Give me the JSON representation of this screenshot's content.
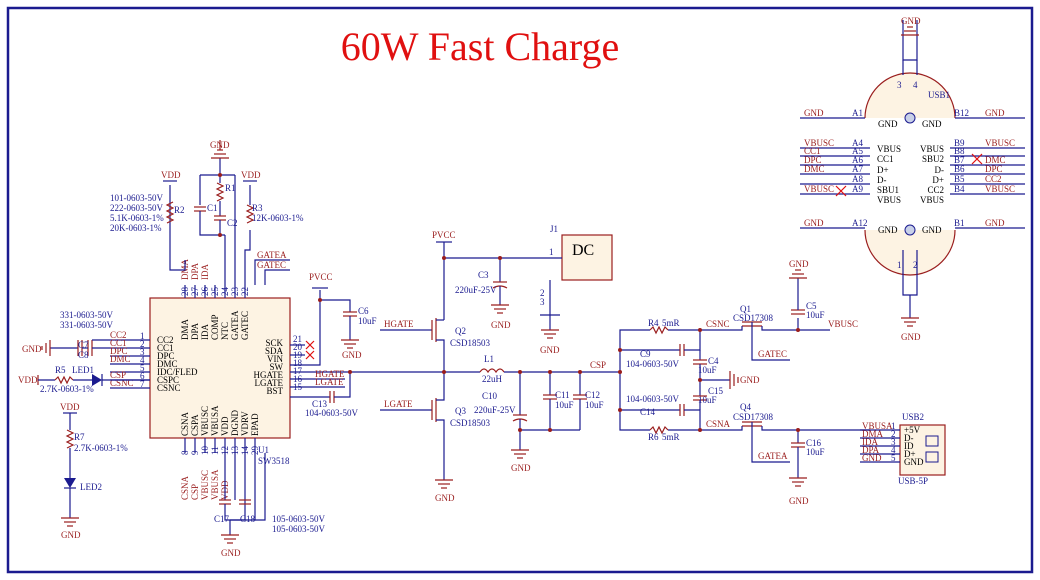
{
  "title": "60W Fast Charge",
  "colors": {
    "wire": "#1b1b8f",
    "part": "#9a1e1e",
    "title": "#e01010",
    "frame": "#1b1b8f"
  },
  "u1": {
    "ref": "U1",
    "part": "SW3518",
    "left_pins": [
      [
        "CC2",
        "1"
      ],
      [
        "CC1",
        "2"
      ],
      [
        "DPC",
        "3"
      ],
      [
        "DMC",
        "4"
      ],
      [
        "IDC/FLED",
        "5"
      ],
      [
        "CSPC",
        "6"
      ],
      [
        "CSNC",
        "7"
      ]
    ],
    "right_pins": [
      [
        "SCK",
        "21"
      ],
      [
        "SDA",
        "20"
      ],
      [
        "VIN",
        "19"
      ],
      [
        "SW",
        "18"
      ],
      [
        "HGATE",
        "17"
      ],
      [
        "LGATE",
        "16"
      ],
      [
        "BST",
        "15"
      ]
    ],
    "top_pins": [
      [
        "DMA",
        "28"
      ],
      [
        "DPA",
        "27"
      ],
      [
        "IDA",
        "26"
      ],
      [
        "COMP",
        "25"
      ],
      [
        "NTC",
        "24"
      ],
      [
        "GATEA",
        "23"
      ],
      [
        "GATEC",
        "22"
      ]
    ],
    "bottom_pins": [
      [
        "CSNA",
        "8"
      ],
      [
        "CSPA",
        "9"
      ],
      [
        "VBUSC",
        "10"
      ],
      [
        "VBUSA",
        "11"
      ],
      [
        "VDD",
        "12"
      ],
      [
        "DGND",
        "13"
      ],
      [
        "VDRV",
        "14"
      ],
      [
        "EPAD",
        "29"
      ]
    ]
  },
  "labels": {
    "vdd": "VDD",
    "gnd": "GND",
    "pvcc": "PVCC",
    "csp": "CSP",
    "csnc": "CSNC",
    "csna": "CSNA",
    "vbusc": "VBUSC",
    "vbusa": "VBUSA",
    "hgate": "HGATE",
    "lgate": "LGATE",
    "gatea": "GATEA",
    "gatec": "GATEC",
    "cc1": "CC1",
    "cc2": "CC2",
    "dpc": "DPC",
    "dmc": "DMC",
    "dma": "DMA",
    "dpa": "DPA",
    "ida": "IDA",
    "csp_pin": "CSP",
    "csnc_pin": "CSNC"
  },
  "components": {
    "r2": "R2",
    "r2_values": [
      "101-0603-50V",
      "222-0603-50V",
      "5.1K-0603-1%",
      "20K-0603-1%"
    ],
    "r1": "R1",
    "c1": "C1",
    "c2": "C2",
    "r3": "R3",
    "r3_value": "12K-0603-1%",
    "c7": "C7",
    "c8": "C8",
    "c78_values": [
      "331-0603-50V",
      "331-0603-50V"
    ],
    "r5": "R5",
    "r5_value": "2.7K-0603-1%",
    "led1": "LED1",
    "r7": "R7",
    "r7_value": "2.7K-0603-1%",
    "led2": "LED2",
    "c6": "C6",
    "c6_value": "10uF",
    "c13": "C13",
    "c13_value": "104-0603-50V",
    "c17": "C17",
    "c18": "C18",
    "c1718_values": [
      "105-0603-50V",
      "105-0603-50V"
    ],
    "q2": "Q2",
    "q2_part": "CSD18503",
    "q3": "Q3",
    "q3_part": "CSD18503",
    "l1": "L1",
    "l1_value": "22uH",
    "c3": "C3",
    "c3_value": "220uF-25V",
    "c10": "C10",
    "c10_value": "220uF-25V",
    "c11": "C11",
    "c11_value": "10uF",
    "c12": "C12",
    "c12_value": "10uF",
    "j1": "J1",
    "j1_label": "DC",
    "j1_pins": [
      "1",
      "2",
      "3"
    ],
    "r4": "R4",
    "r4_value": "5mR",
    "r6": "R6",
    "r6_value": "5mR",
    "c9": "C9",
    "c9_value": "104-0603-50V",
    "c14": "C14",
    "c14_value": "104-0603-50V",
    "c4": "C4",
    "c4_value": "10uF",
    "c15": "C15",
    "c15_value": "10uF",
    "q1": "Q1",
    "q1_part": "CSD17308",
    "q4": "Q4",
    "q4_part": "CSD17308",
    "c5": "C5",
    "c5_value": "10uF",
    "c16": "C16",
    "c16_value": "10uF",
    "usb1": "USB1",
    "usb2": "USB2",
    "usb2_part": "USB-5P"
  },
  "usb1": {
    "left": [
      [
        "GND",
        "A1"
      ],
      [
        "VBUSC",
        "A4"
      ],
      [
        "CC1",
        "A5"
      ],
      [
        "DPC",
        "A6"
      ],
      [
        "DMC",
        "A7"
      ],
      [
        "",
        "A8"
      ],
      [
        "VBUSC",
        "A9"
      ],
      [
        "GND",
        "A12"
      ]
    ],
    "right": [
      [
        "GND",
        "B12"
      ],
      [
        "VBUSC",
        "B9"
      ],
      [
        "",
        "B8"
      ],
      [
        "DMC",
        "B7"
      ],
      [
        "DPC",
        "B6"
      ],
      [
        "CC2",
        "B5"
      ],
      [
        "VBUSC",
        "B4"
      ],
      [
        "GND",
        "B1"
      ]
    ],
    "inner_left": [
      "VBUS",
      "CC1",
      "D+",
      "D-",
      "SBU1",
      "VBUS"
    ],
    "inner_right": [
      "VBUS",
      "SBU2",
      "D-",
      "D+",
      "CC2",
      "VBUS"
    ],
    "gnd_inner": "GND",
    "pins_top": [
      "3",
      "4"
    ],
    "pins_bottom": [
      "1",
      "2"
    ]
  },
  "usb2": {
    "pins": [
      [
        "VBUSA",
        "1",
        "+5V"
      ],
      [
        "DMA",
        "2",
        "D-"
      ],
      [
        "IDA",
        "3",
        "ID"
      ],
      [
        "DPA",
        "4",
        "D+"
      ],
      [
        "GND",
        "5",
        "GND"
      ]
    ]
  }
}
